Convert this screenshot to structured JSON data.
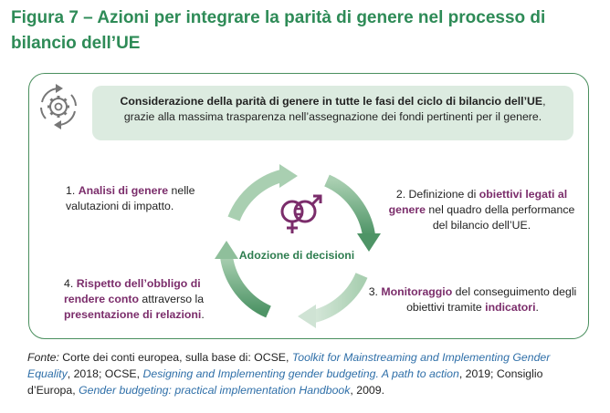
{
  "title": "Figura 7 – Azioni per integrare la parità di genere nel processo di bilancio dell’UE",
  "banner": {
    "bold": "Considerazione della parità di genere in tutte le fasi del ciclo di bilancio dell’UE",
    "rest": ", grazie alla massima trasparenza nell’assegnazione dei fondi pertinenti per il genere."
  },
  "center_label": "Adozione di decisioni",
  "steps": {
    "s1": {
      "prefix": "1. ",
      "highlight": "Analisi di genere",
      "suffix": " nelle valutazioni di impatto."
    },
    "s2": {
      "prefix": "2. Definizione di ",
      "highlight": "obiettivi legati al genere",
      "suffix": " nel quadro della performance del bilancio dell’UE."
    },
    "s3": {
      "prefix": "3. ",
      "highlight": "Monitoraggio",
      "middle": " del conseguimento degli obiettivi tramite ",
      "highlight2": "indicatori",
      "suffix": "."
    },
    "s4": {
      "prefix": "4. ",
      "highlight": "Rispetto dell’obbligo di rendere conto",
      "middle": " attraverso la ",
      "highlight2": "presentazione di relazioni",
      "suffix": "."
    }
  },
  "source": {
    "label": "Fonte:",
    "t1": " Corte dei conti europea, sulla base di: OCSE, ",
    "l1": "Toolkit for Mainstreaming and Implementing Gender Equality",
    "t2": ", 2018; OCSE, ",
    "l2": "Designing and Implementing gender budgeting. A path to action",
    "t3": ", 2019; Consiglio d’Europa, ",
    "l3": "Gender budgeting: practical implementation Handbook",
    "t4": ", 2009."
  },
  "colors": {
    "title": "#2e8b57",
    "arrow_light": "#a9cfb1",
    "arrow_dark": "#4e9466",
    "highlight": "#7b2d6b",
    "link": "#2f6fa8"
  },
  "icons": [
    "gear-cycle-icon",
    "gender-equality-icon"
  ]
}
